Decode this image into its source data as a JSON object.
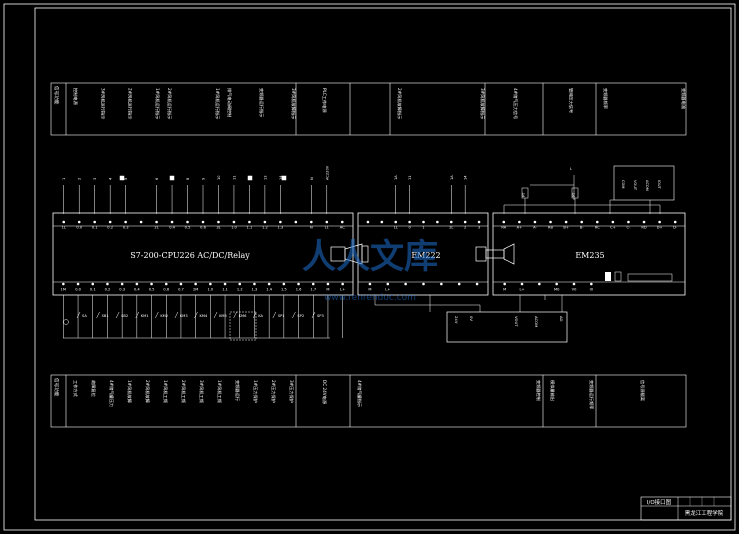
{
  "drawing": {
    "outer_frame_color": "#ffffff",
    "line_color": "#ffffff",
    "background": "#000000",
    "accent": "#1e6fd0"
  },
  "top_table": {
    "header": "信号功能",
    "groups": [
      {
        "items": [
          "控制电源",
          "3#风机运行指示",
          "2#风机运行指示",
          "1#风机运行指示"
        ]
      },
      {
        "items": [
          "2#风机运行指示",
          "1#风机运行指示"
        ]
      },
      {
        "items": [
          "排气电动阀控制",
          "变频器运行指示",
          "3#风机故障指示"
        ]
      },
      {
        "items": [
          "PLC工作电源"
        ]
      },
      {
        "items": []
      },
      {
        "items": [
          "2#风机故障指示",
          "3#风机故障指示"
        ]
      },
      {
        "items": [
          "4#储气压力信号"
        ]
      },
      {
        "items": [
          "管网压力信号"
        ]
      },
      {
        "items": [
          "变频器频率",
          "变频器电流"
        ]
      }
    ]
  },
  "bottom_table": {
    "header": "信号功能",
    "groups": [
      {
        "items": [
          "工作方式",
          "故障复位",
          "4#储气罐压力",
          "1#风机故障",
          "2#风机故障",
          "1#风机工频",
          "2#风机工频",
          "3#风机工频",
          "1#风机工频",
          "变频器运行",
          "1#压力保护",
          "2#压力保护",
          "3#压力保护"
        ]
      },
      {
        "items": [
          "DC 24V电源"
        ]
      },
      {
        "items": [
          "4#储气罐指示",
          "变频器控制"
        ]
      },
      {
        "items": [
          "模拟量输出",
          "变频器运行频率"
        ]
      },
      {
        "items": [
          "信号源隔离"
        ]
      }
    ]
  },
  "modules": {
    "cpu": {
      "name": "S7-200-CPU226 AC/DC/Relay",
      "top_terminals": [
        "1L",
        "0.0",
        "0.1",
        "0.2",
        "0.3",
        "",
        "2L",
        "0.4",
        "0.5",
        "0.6",
        "3L",
        "1.0",
        "1.1",
        "1.2",
        "1.3",
        "",
        "N",
        "L1",
        "AC"
      ],
      "bottom_terminals": [
        "1M",
        "0.0",
        "0.1",
        "0.2",
        "0.3",
        "0.4",
        "0.5",
        "0.6",
        "0.7",
        "2M",
        "1.0",
        "1.1",
        "1.2",
        "1.3",
        "1.4",
        "1.5",
        "1.6",
        "1.7",
        "M",
        "L+"
      ],
      "top_wire_labels": [
        "1",
        "2",
        "3",
        "4",
        "5",
        "",
        "6",
        "7",
        "8",
        "9",
        "10",
        "11",
        "12",
        "13",
        "14",
        "",
        "N",
        "AC220V"
      ]
    },
    "em222": {
      "name": "EM222",
      "top_terminals": [
        "",
        "",
        "1L",
        "0",
        "1",
        "",
        "2L",
        "2",
        "3"
      ],
      "top_wire_labels": [
        "1A",
        "11",
        "",
        "1A",
        "14"
      ],
      "bottom_terminals": [
        "M",
        "L+",
        "",
        "",
        "",
        "",
        ""
      ]
    },
    "em235": {
      "name": "EM235",
      "top_terminals": [
        "RA",
        "A+",
        "A-",
        "RB",
        "B+",
        "B-",
        "RC",
        "C+",
        "C-",
        "RD",
        "D+",
        "D-"
      ],
      "bottom_terminals": [
        "M",
        "L+",
        "",
        "M0",
        "V0",
        "I0"
      ],
      "top_wire_labels": [
        "L",
        "PT",
        "PT"
      ],
      "sub_box_labels": [
        "COM",
        "VOUT",
        "ACOM",
        "IOUT"
      ]
    },
    "power_box": {
      "labels": [
        "24V",
        "0V",
        "VOUT",
        "ACOM",
        "AO"
      ]
    }
  },
  "inputs": {
    "labels": [
      "SA",
      "SB1",
      "SB2",
      "KM1",
      "KM2",
      "KM3",
      "KM4",
      "KM5",
      "KM6",
      "KA",
      "SP1",
      "SP2",
      "SP3"
    ]
  },
  "title_block": {
    "drawing_name": "I/O接口图",
    "school": "黑龙江工程学院"
  },
  "watermark": {
    "text": "人人文库",
    "subtext": "www.renrendoc.com"
  }
}
